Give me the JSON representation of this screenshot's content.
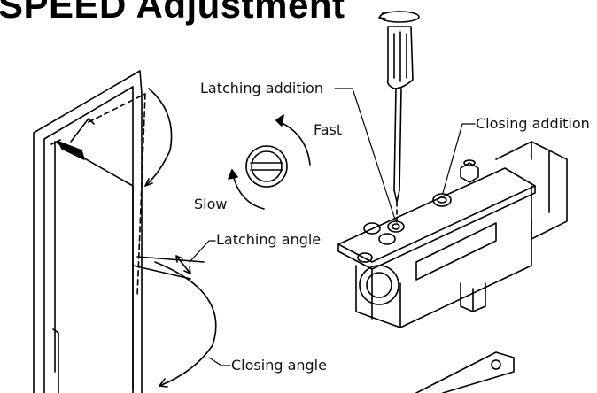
{
  "title": "SPEED Adjustment",
  "labels": {
    "latching_addition": "Latching addition",
    "fast": "Fast",
    "closing_addition": "Closing addition",
    "slow": "Slow",
    "latching_angle": "Latching angle",
    "closing_angle": "Closing angle"
  },
  "colors": {
    "line": "#000000",
    "background": "#ffffff"
  }
}
